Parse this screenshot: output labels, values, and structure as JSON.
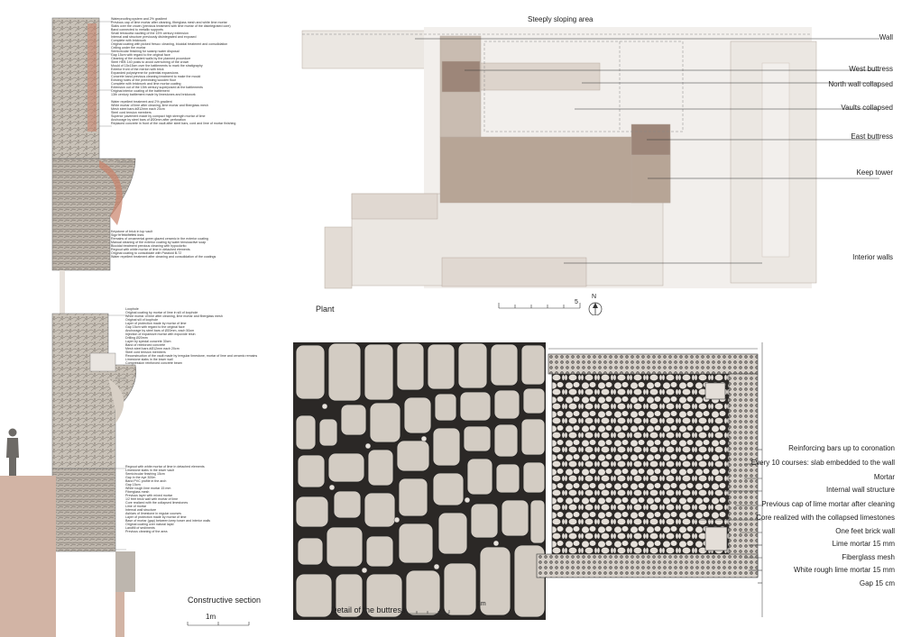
{
  "section": {
    "title": "Constructive section",
    "scale": "1m",
    "top_notes": [
      "Waterproofing system and 2% gradient",
      "Previous cap of lime mortar after cleaning, fiberglass mesh and white lime mortar",
      "Slabs over the crown (previous treatment with lime mortar of the disintegrated core)",
      "Band connected to metallic supports",
      "Small terracotta vaulting of the 15% century extension",
      "Internal wall structure previously disintegrated and exposed",
      "Complete with brickwork",
      "Original coating with picked fresco: cleaning, biocidal treatment and consolidation",
      "Ceiling under the mortar",
      "Semicircular finishing for swamp water disposal",
      "Gap 15cm with regard to the original face",
      "Cleaning of the existent walls by the planned procedure",
      "Steel HEB 140 posts to avoid overturning of the crown",
      "Mould of 15x15cm over the battlements to mark the stratigraphy",
      "Exterior front of the merlon with brick",
      "Expanded polystyrene for potential expansions",
      "Concrete band previous cleaning treatment to make the mould",
      "Existing holes of the preexisting wooden floor",
      "Complete with brickwork and lime mortar coating",
      "Extension out of the 15th century superposed at the battlements",
      "Original interior coating of the battlement",
      "13th century battlement made by limestones and brickwork",
      "Water repellent treatment and 2% gradient",
      "White mortar of lime after cleaning, lime mortar and fiberglass mesh",
      "Mesh steel bars #Ø12mm each 20cm",
      "Steel cord tension members",
      "Superior pavement made by compact high strength mortar of lime",
      "Anchorage by steel bars of Ø20mm after perforation",
      "Replaced concrete in front of the vault after steel bars, cord and lime of mortar finishing"
    ],
    "mid_notes": [
      "Keystone of brick in top vault",
      "Sign in brocheted lines",
      "Remains of ornamental green glazed ceramic in the exterior coating",
      "Manual cleaning of the exterior coating by water tensioactive soap",
      "Biocidal treatment previous cleaning with hypoclorito",
      "Regrout with white mortar of lime in detached elements",
      "Original coating to consolidate with Paraloid B-72",
      "Water repellent treatment after cleaning and consolidation of the coatings"
    ],
    "lower_notes": [
      "Loophole",
      "Original coating by mortar of lime in sill of loophole",
      "White mortar of lime after cleaning, lime mortar and fiberglass mesh",
      "Original sill of loophole",
      "Layer of protection made by mortar of lime",
      "Gap 15cm with regard to the original face",
      "Anchorage by steel bars of Ø20mm, each 50cm",
      "Injection of expansive mortar with expoxide resin",
      "Drilling Ø20mm",
      "Layer by special concrete 30cm",
      "Band of reinforced concrete",
      "Mesh steel bars #Ø12mm each 20cm",
      "Steel cord tension members",
      "Reconstruction of the vault made by irregular limestone, mortar of lime and ceramic remains",
      "Limestone slabs in the lower wall",
      "Compression reinforced concrete beam"
    ],
    "base_notes": [
      "Regrout with white mortar of lime in detached elements",
      "Limestone slabs in the lower vault",
      "Semicircular finishing 15cm",
      "Gap in the eye 300m",
      "Band PVC profile in the arch",
      "Gap 15cm",
      "White rough lime mortar 15 mm",
      "Fiberglass mesh",
      "Previous layer with mixed mortar",
      "1/2 feet brick wall with mortar of lime",
      "Core realized with the collapsed limestones",
      "Lime of mortar",
      "Internal wall structure",
      "Ashlars of limestone in regular courses",
      "Layer of protection made by mortar of lime",
      "Base of mortar (gap) between keep tower and interior walls",
      "Original coating over natural lapid",
      "Landfill of sediments",
      "Previous cleaning of the area"
    ]
  },
  "plan": {
    "title": "Plant",
    "top_text": "Steeply sloping area",
    "scale": "5",
    "north": "N",
    "labels": [
      "Wall",
      "West buttress",
      "North wall collapsed",
      "Vaults collapsed",
      "East buttress",
      "Keep tower",
      "Interior walls"
    ]
  },
  "detail": {
    "title": "Detail of the buttress",
    "scale": "1m",
    "labels": [
      "Reinforcing bars up to coronation",
      "Every 10 courses: slab embedded to the wall",
      "Mortar",
      "Internal wall structure",
      "Previous cap of lime mortar after cleaning",
      "Core realized with the collapsed limestones",
      "One feet brick wall",
      "Lime mortar 15 mm",
      "Fiberglass mesh",
      "White rough lime mortar 15 mm",
      "Gap 15 cm"
    ]
  },
  "colors": {
    "stone": "#d3ccc3",
    "stone_dark": "#9c8a7c",
    "plan_light": "#ebe7e2",
    "plan_mid": "#d6cbc2",
    "plan_dark": "#b7a596",
    "plan_darker": "#9d8679",
    "brick": "#c9826a",
    "ground": "#d2b4a5"
  }
}
